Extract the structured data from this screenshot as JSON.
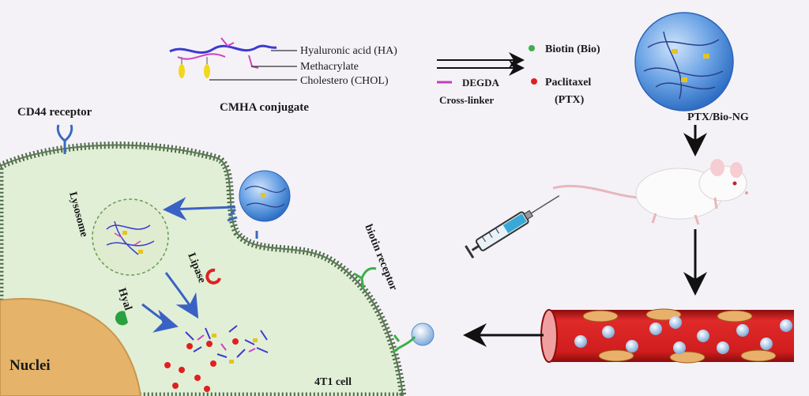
{
  "labels": {
    "hyaluronic_acid": "Hyaluronic acid (HA)",
    "methacrylate": "Methacrylate",
    "cholesterol": "Cholestero (CHOL)",
    "cmha_conjugate": "CMHA conjugate",
    "degda": "DEGDA",
    "cross_linker": "Cross-linker",
    "biotin": "Biotin (Bio)",
    "paclitaxel": "Paclitaxel",
    "ptx": "(PTX)",
    "nanogel": "PTX/Bio-NG",
    "cd44": "CD44 receptor",
    "lysosome": "Lysosome",
    "lipase": "Lipase",
    "hyal": "Hyal",
    "nuclei": "Nuclei",
    "cell": "4T1 cell",
    "biotin_receptor": "biotin receptor"
  },
  "colors": {
    "background": "#f4f2f7",
    "cytoplasm": "#e1efd6",
    "membrane": "#4f6a4a",
    "nucleus": "#e5b46a",
    "nanogel_blue": "#4d8fd8",
    "ptx_red": "#e02020",
    "biotin_green": "#3cb04a",
    "enzyme_arrow": "#3a62c4",
    "vessel_red": "#c81818"
  }
}
